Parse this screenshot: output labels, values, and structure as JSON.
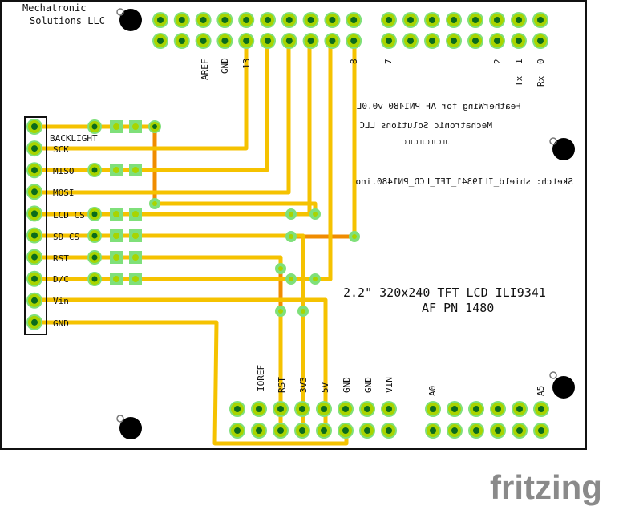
{
  "board": {
    "maker_line1": "Mechatronic",
    "maker_line2": "Solutions LLC",
    "mirrored_line1": "FeatherWing for AF PN1480 v0.0L",
    "mirrored_line2": "Mechatronic Solutions LLC",
    "mirrored_line3": "JLCJLCJLCJLC",
    "mirrored_line4": "Sketch: shield_ILI9341_TFT_LCD_PN1480.ino",
    "title_line1": "2.2\" 320x240 TFT LCD ILI9341",
    "title_line2": "AF PN 1480",
    "brand": "fritzing"
  },
  "header_top_labels": [
    "AREF",
    "GND",
    "13",
    "8",
    "7",
    "2",
    "1",
    "0"
  ],
  "header_top_sublabels": [
    "Tx",
    "Rx"
  ],
  "header_bottom_labels": [
    "IOREF",
    "RST",
    "3V3",
    "5V",
    "GND",
    "GND",
    "VIN",
    "A0",
    "A5"
  ],
  "display_pins": [
    "BACKLIGHT",
    "SCK",
    "MISO",
    "MOSI",
    "LCD CS",
    "SD CS",
    "RST",
    "D/C",
    "Vin",
    "GND"
  ],
  "colors": {
    "trace": "#f5c200",
    "trace_bottom": "#f08c00",
    "pad_ring": "#a8d400",
    "pad_hole": "#0a6b1c",
    "pad_glow": "#7fe07a",
    "board_outline": "#111111"
  }
}
